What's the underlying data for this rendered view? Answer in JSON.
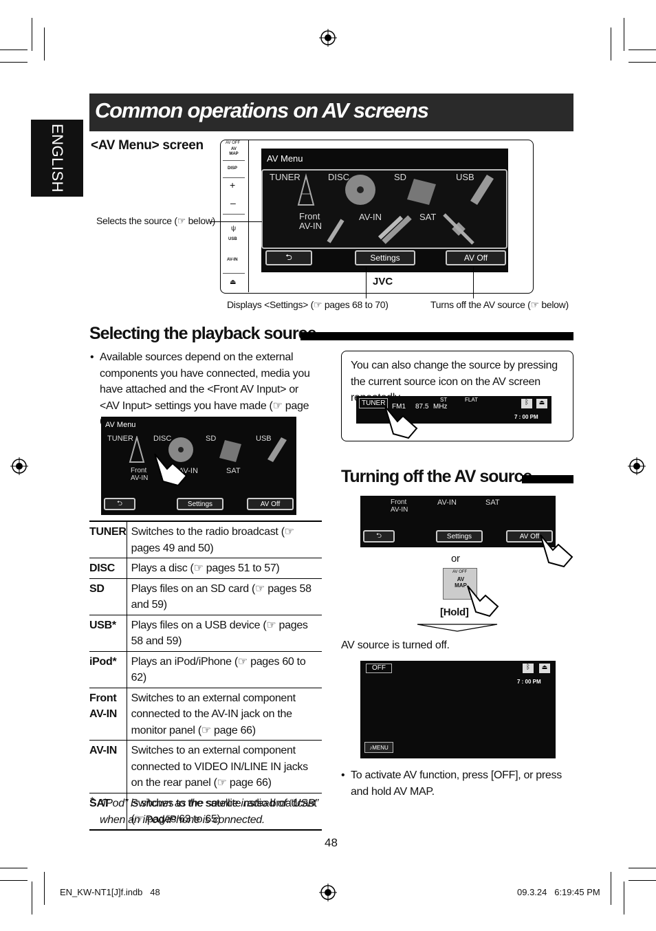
{
  "page": {
    "title": "Common operations on AV screens",
    "language_tab": "ENGLISH",
    "page_number": "48"
  },
  "av_menu": {
    "heading": "<AV Menu> screen",
    "screen_title": "AV Menu",
    "sources": [
      "TUNER",
      "DISC",
      "SD",
      "USB",
      "Front AV-IN",
      "AV-IN",
      "SAT"
    ],
    "buttons": {
      "settings": "Settings",
      "av_off": "AV Off"
    },
    "side_buttons": {
      "av_off_map": "AV OFF",
      "av_map": "AV MAP",
      "disp": "DISP",
      "plus": "+",
      "minus": "–",
      "usb": "USB",
      "avin": "AV-IN"
    },
    "brand": "JVC",
    "callout_source": "Selects the source (☞ below)",
    "callout_settings": "Displays <Settings> (☞ pages 68 to 70)",
    "callout_avoff": "Turns off the AV source (☞ below)"
  },
  "selecting": {
    "heading": "Selecting the playback source",
    "bullet": "Available sources depend on the external components you have connected, media you have attached and the <Front AV Input> or <AV Input> settings you have made (☞ page 69).",
    "tip": "You can also change the source by pressing the current source icon on the AV screen repeatedly.",
    "status_bar": {
      "source": "TUNER",
      "band": "FM1",
      "freq": "87.5",
      "unit": "MHz",
      "st": "ST",
      "flat": "FLAT",
      "time": "7 : 00 PM"
    },
    "table": [
      {
        "key": "TUNER",
        "desc": "Switches to the radio broadcast (☞ pages 49 and 50)"
      },
      {
        "key": "DISC",
        "desc": "Plays a disc (☞ pages 51 to 57)"
      },
      {
        "key": "SD",
        "desc": "Plays files on an SD card (☞ pages 58 and 59)"
      },
      {
        "key": "USB*",
        "desc": "Plays files on a USB device (☞ pages 58 and 59)"
      },
      {
        "key": "iPod*",
        "desc": "Plays an iPod/iPhone (☞ pages 60 to 62)"
      },
      {
        "key": "Front AV-IN",
        "desc": "Switches to an external component connected to the AV-IN jack on the monitor panel (☞ page 66)"
      },
      {
        "key": "AV-IN",
        "desc": "Switches to an external component connected to VIDEO IN/LINE IN jacks on the rear panel (☞ page 66)"
      },
      {
        "key": "SAT",
        "desc": "Switches to the satellite radio broadcast (☞ pages 63 to 65)"
      }
    ],
    "footnote_mark": "*",
    "footnote": "“iPod” is shown as the source instead of “USB” when an iPod/iPhone is connected."
  },
  "turning_off": {
    "heading": "Turning off the AV source",
    "or": "or",
    "hold": "[Hold]",
    "result": "AV source is turned off.",
    "off_screen": {
      "off": "OFF",
      "time": "7 : 00 PM",
      "menu": "MENU"
    },
    "bullet": "To activate AV function, press [OFF], or press and hold AV MAP."
  },
  "footer": {
    "file": "EN_KW-NT1[J]f.indb   48",
    "date": "09.3.24   6:19:45 PM"
  }
}
